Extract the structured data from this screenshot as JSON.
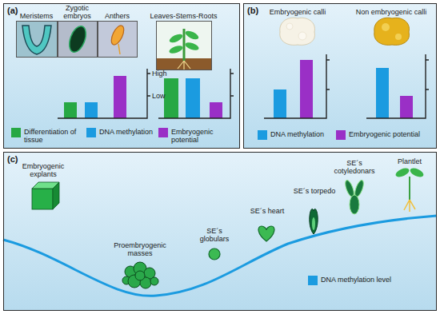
{
  "diagram": {
    "nodes": [
      {
        "text": [
          "(a)"
        ]
      },
      {
        "text": [
          "Meristems"
        ],
        "in": 0
      },
      {
        "text": [
          "Zygotic embryos"
        ],
        "in": 0
      },
      {
        "text": [
          "Anthers"
        ],
        "in": 0
      },
      {
        "text": [
          "Leaves-Stems-Roots"
        ],
        "in": 0
      },
      {
        "text": [
          "(b)"
        ]
      },
      {
        "text": [
          "(c)"
        ]
      }
    ],
    "labels": [
      "High",
      "Low",
      "Embryogenic calli",
      "Non embryogenic calli",
      "Embryogenic explants",
      "Proembryogenic masses",
      "SE´s globulars",
      "SE´s heart",
      "SE´s torpedo",
      "SE´s cotyledonars",
      "Plantlet"
    ],
    "legend": [
      {
        "text": "Differentiation of tissue",
        "color": "#27a844"
      },
      {
        "text": "DNA methylation",
        "color": "#1b9be0"
      },
      {
        "text": "Embryogenic potential",
        "color": "#9a2fc6"
      },
      {
        "text": "DNA methylation",
        "color": "#1b9be0"
      },
      {
        "text": "Embryogenic potential",
        "color": "#9a2fc6"
      },
      {
        "text": "DNA methylation level",
        "color": "#1b9be0"
      }
    ]
  }
}
